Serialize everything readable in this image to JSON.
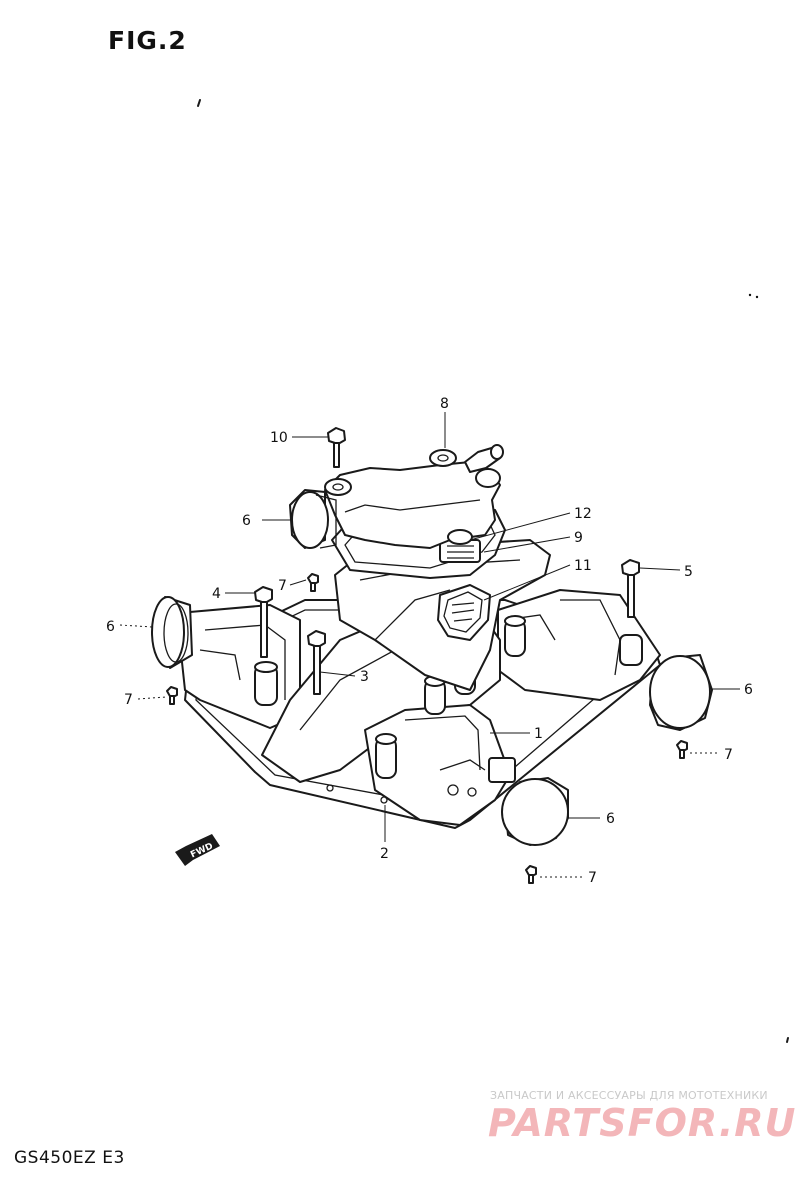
{
  "figure_title": "FIG.2",
  "model_code": "GS450EZ E3",
  "watermark": {
    "subtitle": "ЗАПЧАСТИ И АКСЕССУАРЫ ДЛЯ МОТОТЕХНИКИ",
    "brand": "PARTSFOR.RU"
  },
  "direction_marker": "FWD",
  "callouts": {
    "c1": "1",
    "c2": "2",
    "c3": "3",
    "c4": "4",
    "c5": "5",
    "c6a": "6",
    "c6b": "6",
    "c6c": "6",
    "c6d": "6",
    "c7a": "7",
    "c7b": "7",
    "c7c": "7",
    "c7d": "7",
    "c8": "8",
    "c9": "9",
    "c10": "10",
    "c11": "11",
    "c12": "12"
  }
}
